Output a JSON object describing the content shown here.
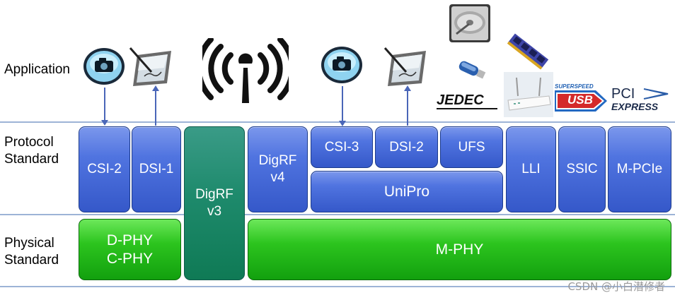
{
  "rows": {
    "application": "Application",
    "protocol": "Protocol\nStandard",
    "physical": "Physical\nStandard"
  },
  "protocol_blocks": {
    "csi2": "CSI-2",
    "dsi1": "DSI-1",
    "digrf_v4": "DigRF\nv4",
    "csi3": "CSI-3",
    "dsi2": "DSI-2",
    "ufs": "UFS",
    "unipro": "UniPro",
    "lli": "LLI",
    "ssic": "SSIC",
    "mpcie": "M-PCIe"
  },
  "shared_blocks": {
    "digrf_v3": "DigRF\nv3"
  },
  "physical_blocks": {
    "dphy_cphy": "D-PHY\nC-PHY",
    "mphy": "M-PHY"
  },
  "logos": {
    "jedec": "JEDEC",
    "usb_superspeed": "SUPERSPEED",
    "usb": "USB",
    "pci": "PCI",
    "express": "EXPRESS"
  },
  "icons": [
    "camera-icon",
    "tablet-pen-icon",
    "wireless-signal-icon",
    "camera-icon",
    "tablet-pen-icon",
    "hard-drive-icon",
    "usb-stick-icon",
    "memory-chip-icon",
    "wifi-router-icon"
  ],
  "colors": {
    "protocol_block": "#4a6fdc",
    "physical_block": "#22b61a",
    "digrf_v3_block": "#1e8a6c",
    "divider_line": "#9db3d6"
  },
  "watermark": "CSDN @小白潜修者"
}
